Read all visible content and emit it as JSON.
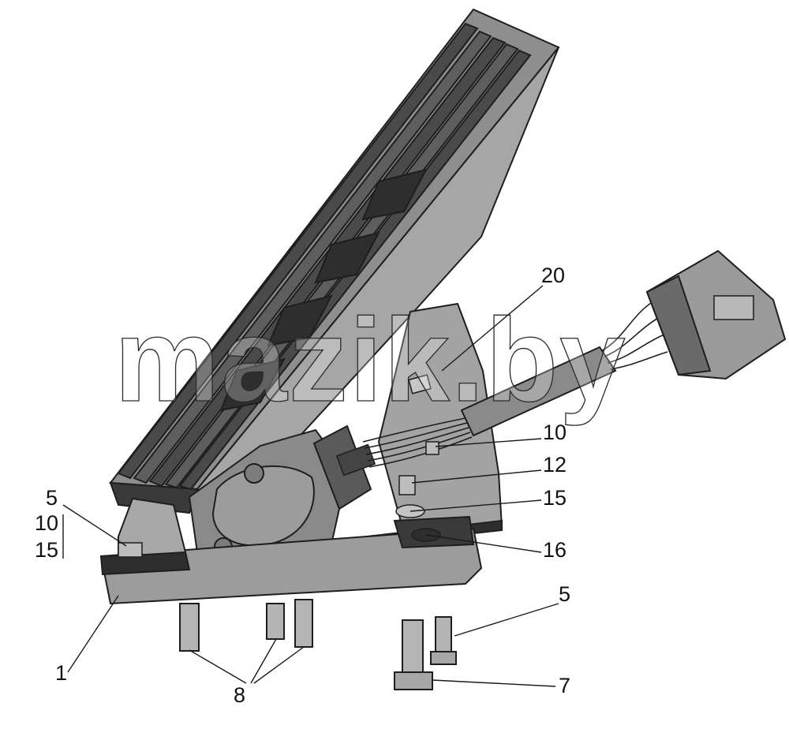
{
  "watermark": "mazik.by",
  "callouts": {
    "c20": "20",
    "c10r": "10",
    "c12": "12",
    "c15r": "15",
    "c16": "16",
    "c5l": "5",
    "c10l": "10",
    "c15l": "15",
    "c5r": "5",
    "c1": "1",
    "c8": "8",
    "c7": "7"
  },
  "colors": {
    "metal": "#8c8c8c",
    "metal_light": "#b4b4b4",
    "metal_dark": "#5a5a5a",
    "rubber": "#3a3a3a",
    "background": "#ffffff"
  }
}
